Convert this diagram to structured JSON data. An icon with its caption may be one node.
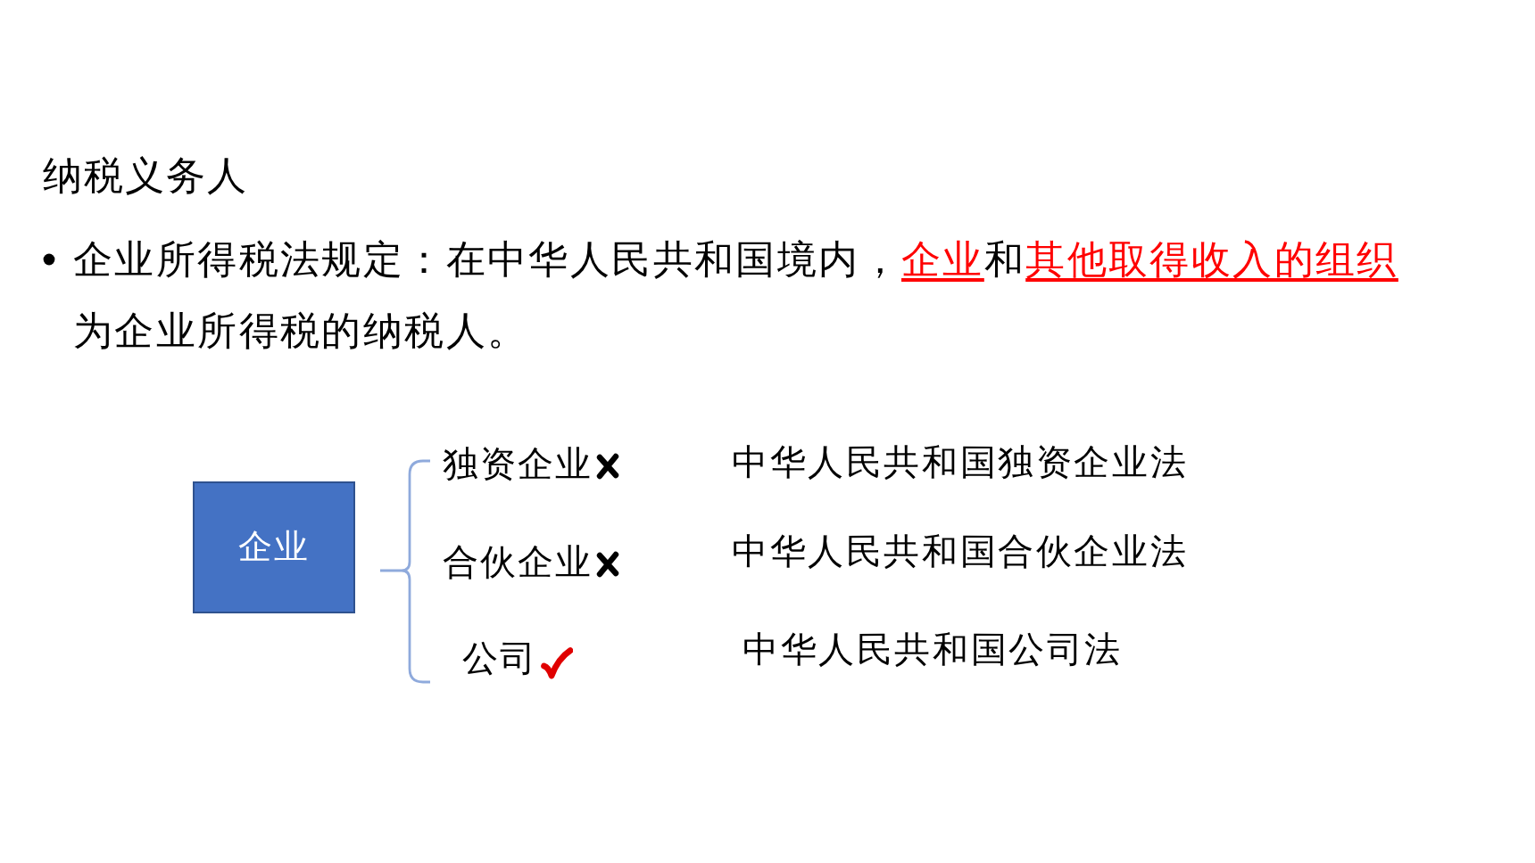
{
  "diagram": {
    "title": "纳税义务人",
    "nodes": [
      {
        "text": [
          "企业"
        ]
      },
      {
        "text": [
          "独资企业"
        ]
      },
      {
        "text": [
          "合伙企业"
        ]
      },
      {
        "text": [
          "公司"
        ]
      }
    ],
    "labels": [
      "企业所得税法规定：在中华人民共和国境内，",
      "企业",
      "和",
      "其他取得收入的组织",
      "为企业所得税的纳税人。",
      "中华人民共和国独资企业法",
      "中华人民共和国合伙企业法",
      "中华人民共和国公司法"
    ]
  }
}
